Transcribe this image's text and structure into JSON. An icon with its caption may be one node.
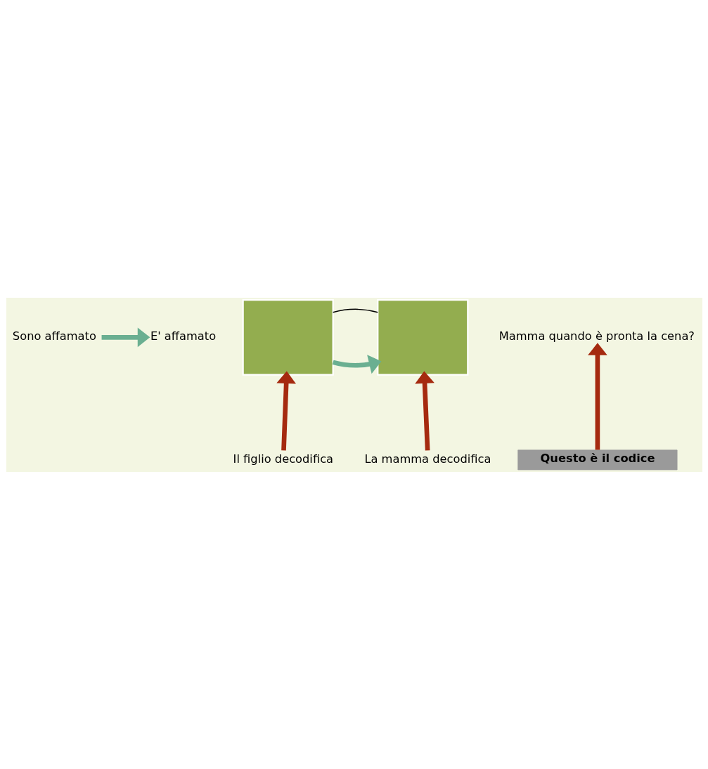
{
  "diagram": {
    "nodes": [
      {
        "text": [
          "Sono affamato"
        ]
      },
      {
        "text": [
          "E' affamato"
        ]
      },
      {
        "text": [],
        "shape": "box"
      },
      {
        "text": [],
        "shape": "box"
      },
      {
        "text": [
          "Il figlio decodifica"
        ]
      },
      {
        "text": [
          "Mamma quando è pronta la cena?"
        ]
      },
      {
        "text": [
          "Questo è il codice"
        ]
      },
      {
        "text": [
          "La mamma decodifica"
        ]
      }
    ],
    "edges": [
      {
        "from": 0,
        "to": 1,
        "arrow": "to",
        "color": "#6aaf91"
      },
      {
        "from": 2,
        "to": 3,
        "arrow": "none",
        "color": "#000000"
      },
      {
        "from": 2,
        "to": 3,
        "arrow": "to",
        "color": "#6aaf91"
      },
      {
        "from": 4,
        "to": 2,
        "arrow": "to"
      },
      {
        "from": 6,
        "to": 5,
        "arrow": "to"
      },
      {
        "from": 7,
        "to": 3,
        "arrow": "to"
      }
    ]
  }
}
